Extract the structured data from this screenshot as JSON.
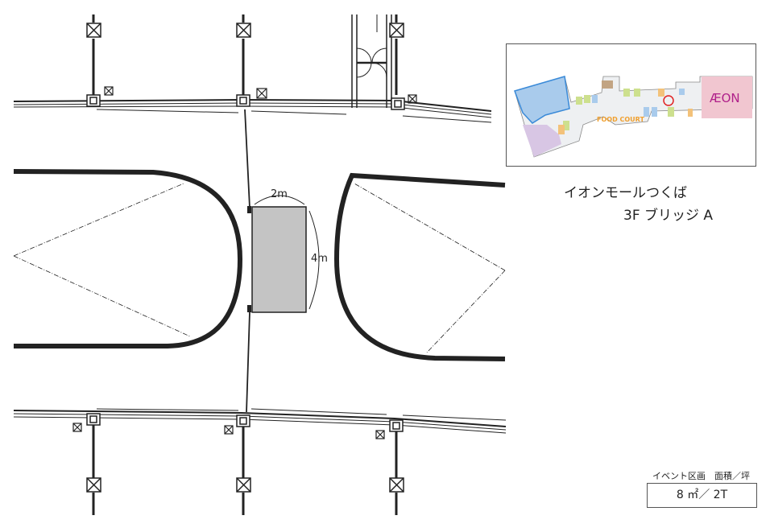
{
  "venue": {
    "name": "イオンモールつくば",
    "location": "3F ブリッジ A"
  },
  "stage": {
    "width_label": "2m",
    "depth_label": "4m",
    "fill": "#c4c4c4"
  },
  "key_map": {
    "food_court_label": "FOOD COURT",
    "brand_label": "ÆON",
    "marker_color": "#e02020",
    "brand_color": "#b0208a",
    "food_court_color": "#f0a030"
  },
  "area": {
    "header": "イベント区画　面積／坪",
    "value": "8 ㎡／ 2T"
  }
}
